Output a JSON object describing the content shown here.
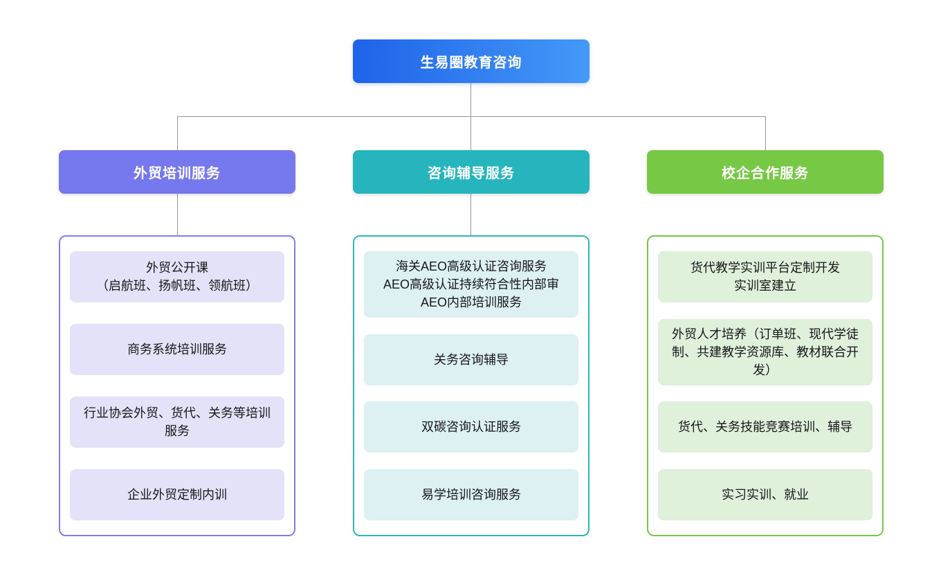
{
  "root": {
    "label": "生易圈教育咨询",
    "gradient_start": "#1e63e9",
    "gradient_end": "#4499f8"
  },
  "connector_color": "#8f969c",
  "branches": [
    {
      "title": "外贸培训服务",
      "accent": "#7678ee",
      "item_bg": "#e4e2f8",
      "items": [
        "外贸公开课\n（启航班、扬帆班、领航班）",
        "商务系统培训服务",
        "行业协会外贸、货代、关务等培训服务",
        "企业外贸定制内训"
      ]
    },
    {
      "title": "咨询辅导服务",
      "accent": "#26b5bc",
      "item_bg": "#ddf0f2",
      "items": [
        "海关AEO高级认证咨询服务\nAEO高级认证持续符合性内部审\nAEO内部培训服务",
        "关务咨询辅导",
        "双碳咨询认证服务",
        "易学培训咨询服务"
      ]
    },
    {
      "title": "校企合作服务",
      "accent": "#77c845",
      "item_bg": "#dff0db",
      "items": [
        "货代教学实训平台定制开发\n实训室建立",
        "外贸人才培养（订单班、现代学徒制、共建教学资源库、教材联合开发）",
        "货代、关务技能竞赛培训、辅导",
        "实习实训、就业"
      ]
    }
  ]
}
